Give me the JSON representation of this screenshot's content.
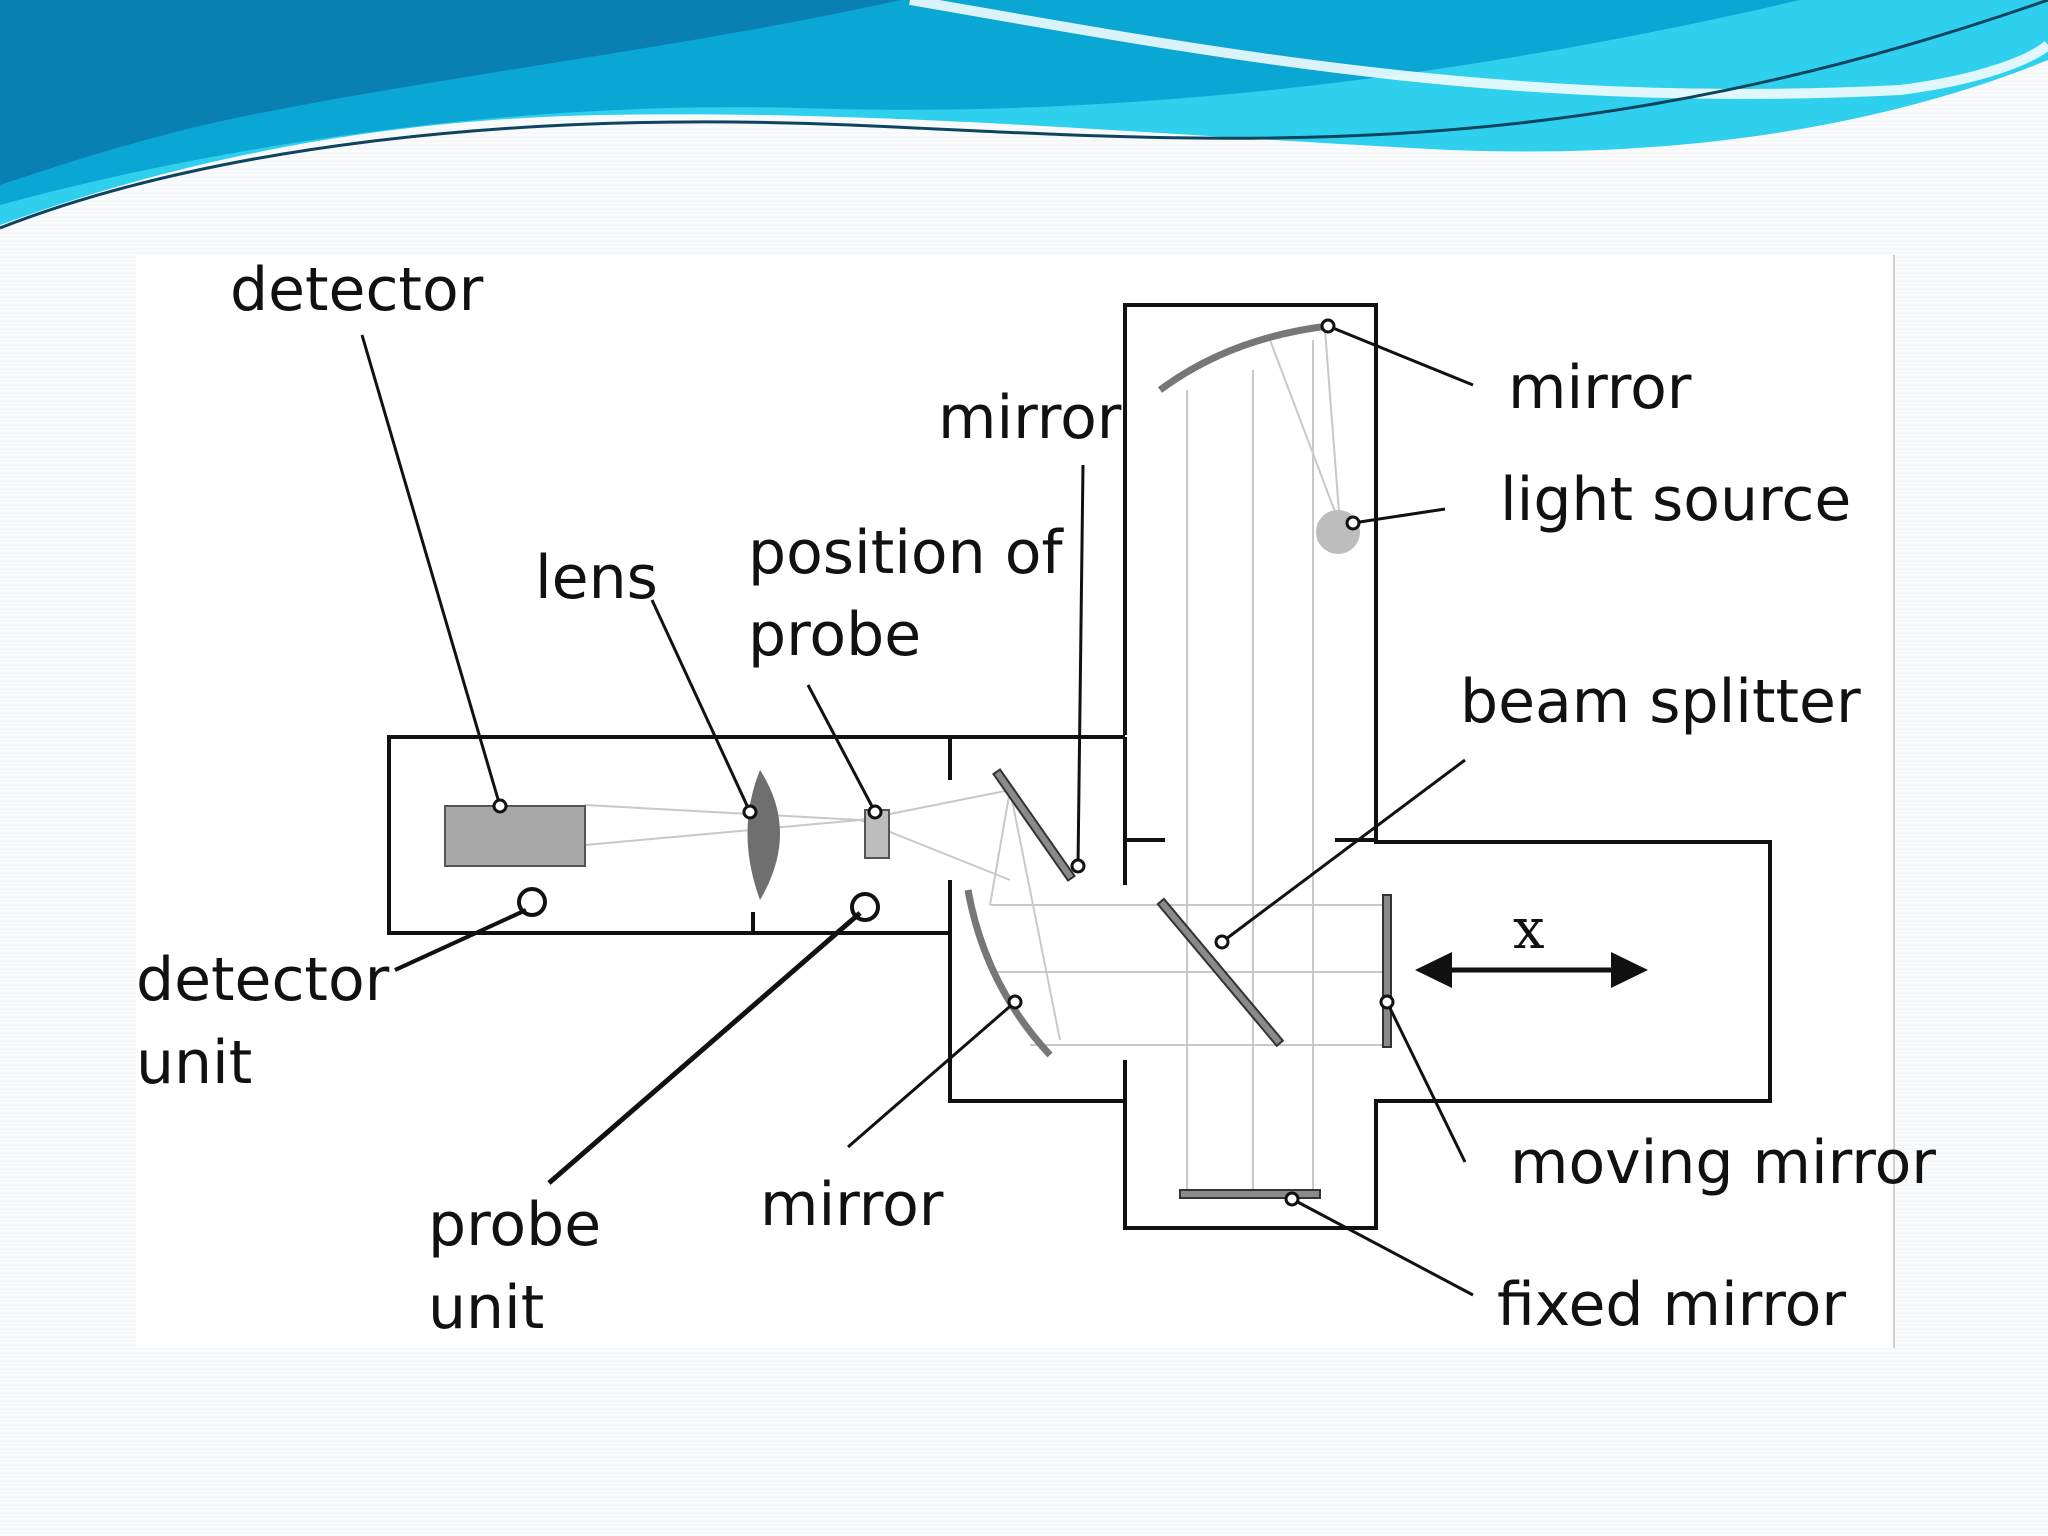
{
  "slide": {
    "background": "#f5f7f9",
    "banner_colors": {
      "dark": "#0a7fb2",
      "mid": "#0aa6d4",
      "light": "#2ed0ee"
    }
  },
  "diagram": {
    "colors": {
      "line": "#111111",
      "beam": "#c8c8c8",
      "detector_fill": "#a8a8a8",
      "lens_fill": "#6f6f6f",
      "source_fill": "#bdbdbd"
    },
    "labels": {
      "detector": "detector",
      "mirror_top_center": "mirror",
      "lens": "lens",
      "position_of_probe_line1": "position of",
      "position_of_probe_line2": "probe",
      "mirror_top_right": "mirror",
      "light_source": "light source",
      "beam_splitter": "beam splitter",
      "x_axis": "x",
      "detector_unit_line1": "detector",
      "detector_unit_line2": "unit",
      "probe_unit_line1": "probe",
      "probe_unit_line2": "unit",
      "mirror_bottom": "mirror",
      "moving_mirror": "moving mirror",
      "fixed_mirror": "fixed mirror"
    }
  }
}
